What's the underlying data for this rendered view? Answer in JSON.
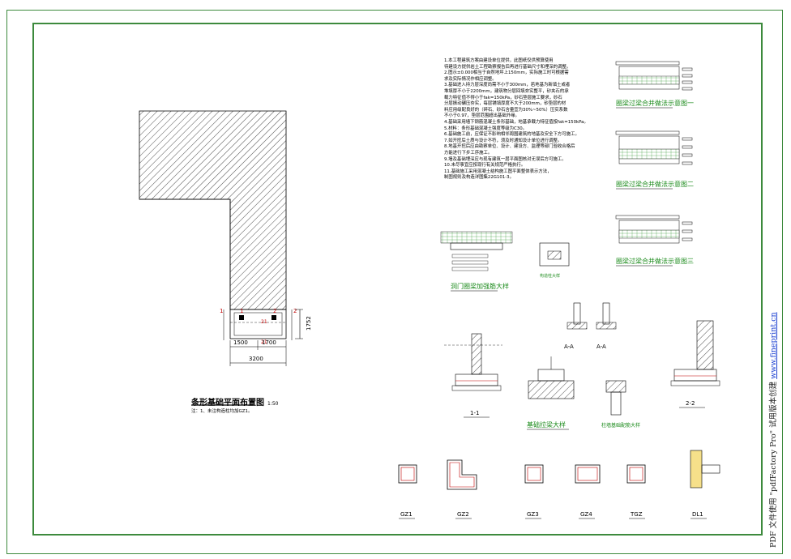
{
  "plan": {
    "title": "条形基础平面布置图",
    "scale": "1:50",
    "note": "注：1、未注构造柱均加GZ1。",
    "dim_1500": "1500",
    "dim_1700": "1700",
    "dim_3200": "3200",
    "dim_1752": "1752",
    "mark_1": "1",
    "mark_2": "2",
    "mark_21": "21"
  },
  "notes": [
    "1.本工程建筑方案由建设单位提供，此图纸仅供预算使用",
    "  待建设方提供岩土工程勘察报告后再进行基础尺寸和埋深的调整。",
    "2.图示±0.000相当于自然地坪上150mm，实际施工时可根据需",
    "  求及实际情况作相应调整。",
    "3.基础进入持力层深度尚需不小于300mm，若地基为新填土或者",
    "  堆填厚不小于2200mm，建筑物分层回填夯实整平，砂夹石的承",
    "  载力特征值不得小于fak=150kPa，砂石垫层施工要求，砂石",
    "  分层振动碾压夯实，每层铺填厚度不大于200mm，砂垫层的材",
    "  料应用级配良好的（碎石、砂石含量宜为30%~50%）压实系数",
    "  不小于0.97，垫层范围超出基础外缘。",
    "4.基础采用墙下钢筋混凝土条形基础，地基承载力特征值按fak=150kPa。",
    "5.材料：条形基础混凝土强度等级为C30。",
    "6.基础施工前，应保证不影响相邻周围建筑的地基及安全下方可施工。",
    "7.如开挖后土质与设计不符，须及时通知设计单位进行调整。",
    "8.地基开挖后应由勘察单位、设计、建设方、监理等部门验收合格后",
    "  方能进行下步工序施工。",
    "9.墙及基础埋深应与现有建筑一层平面图核对无误后方可施工。",
    "10.未尽事宜应按现行有关规范严格执行。",
    "11.基础施工采用混凝土结构施工图平面整体表示方法，",
    "  制图规则及构造详图集22G101-3。"
  ],
  "details": {
    "lintel_title": "洞门圈梁加强筋大样",
    "column_section_title": "构造柱大样",
    "beam_joint_1": "圈梁过梁合并做法示意图一",
    "beam_joint_2": "圈梁过梁合并做法示意图二",
    "beam_joint_3": "圈梁过梁合并做法示意图三",
    "section_aa_1": "A-A",
    "section_aa_2": "A-A",
    "section_11": "1-1",
    "section_22": "2-2",
    "foundation_detail": "基础拉梁大样",
    "ground_beam_detail": "柱墙基础配筋大样",
    "gz1": "GZ1",
    "gz2": "GZ2",
    "gz3": "GZ3",
    "gz4": "GZ4",
    "tgz": "TGZ",
    "dl1": "DL1"
  },
  "watermark": {
    "prefix": "PDF 文件使用 \"pdfFactory Pro\" 试用版本创建",
    "link": "www.fineprint.cn"
  },
  "colors": {
    "frame": "#3d8a3d",
    "detail_label": "#1a8a1a",
    "watermark_link": "#1a3fd1"
  }
}
